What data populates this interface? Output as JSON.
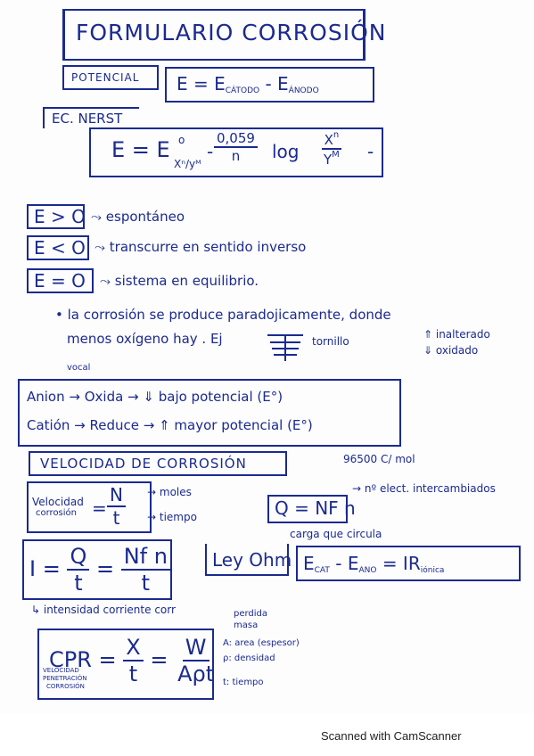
{
  "title": "FORMULARIO CORROSIÓN",
  "potencial": {
    "label": "POTENCIAL",
    "formula": "E = E",
    "cat_sub": "CÁTODO",
    "minus": "- E",
    "an_sub": "ÁNODO"
  },
  "nernst": {
    "label": "EC. NERST",
    "E": "E = E",
    "e0": "o",
    "minus": "-",
    "num": "0,059",
    "den": "n",
    "log": "log",
    "xn": "X",
    "n_sup": "n",
    "ym": "Y",
    "m_sup": "M",
    "left_frac": "Xⁿ/yᴹ",
    "tail": "-"
  },
  "conditions": [
    {
      "box": "E > O",
      "text": "espontáneo"
    },
    {
      "box": "E < O",
      "text": "transcurre en sentido inverso"
    },
    {
      "box": "E = O",
      "text": "sistema en equilibrio."
    }
  ],
  "note": {
    "line1": "• la corrosión se produce paradojicamente, donde",
    "line2": "menos oxígeno hay . Ej",
    "tornillo": "tornillo",
    "inalterado": "⇑ inalterado",
    "oxidado": "⇓ oxidado"
  },
  "ion": {
    "vocal": "vocal",
    "anion": "Anion → Oxida → ⇓ bajo potencial (E°)",
    "cation": "Catión → Reduce → ⇑ mayor potencial (E°)"
  },
  "velocidad": {
    "header": "VELOCIDAD DE CORROSIÓN",
    "faraday": "96500 C/ mol",
    "vlabel1": "Velocidad",
    "vlabel2": "corrosión",
    "N": "N",
    "t": "t",
    "moles": "moles",
    "tiempo": "tiempo",
    "Q": "Q = NF n",
    "electrones": "nº elect. intercambiados",
    "carga": "carga que circula"
  },
  "intensidad": {
    "I": "I",
    "Q": "Q",
    "t": "t",
    "Nfn": "Nf n",
    "caption": "intensidad corriente corr"
  },
  "ohm": {
    "label": "Ley Ohm",
    "formula_e": "E",
    "cat": "CAT",
    "minus": "- E",
    "ano": "ANO",
    "eq": "= IR",
    "ionica": "iónica"
  },
  "cpr": {
    "CPR": "CPR",
    "X": "X",
    "t": "t",
    "W": "W",
    "Apt": "Aρt",
    "cap1": "VELOCIDAD",
    "cap2": "PENETRACIÓN",
    "cap3": "CORROSIÓN",
    "perdida": "perdida",
    "masa": "masa",
    "area": "A: area (espesor)",
    "densidad": "ρ: densidad",
    "tiempo": "t: tiempo"
  },
  "footer": "Scanned with CamScanner"
}
